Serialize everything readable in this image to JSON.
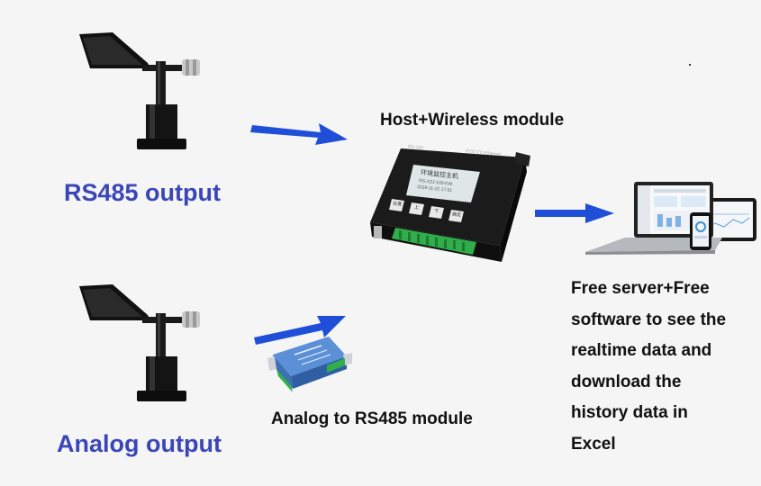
{
  "labels": {
    "rs485_output": "RS485 output",
    "analog_output": "Analog output",
    "host_module": "Host+Wireless module",
    "analog_module": "Analog to RS485 module"
  },
  "description_lines": [
    "Free server+Free",
    "software to see the",
    "realtime data and",
    "download the",
    "history data in",
    "Excel"
  ],
  "host_screen": {
    "title": "环境监控主机",
    "brand": "ECO-ZV Ethernet",
    "model": "RS-XZJ-100-EW",
    "time": "2019-11-22 17:51",
    "buttons": [
      "设置",
      "上",
      "下",
      "确定"
    ],
    "corner": "RS-100"
  },
  "colors": {
    "label_blue": "#3a46b8",
    "arrow_blue": "#1f4fd8",
    "background": "#f5f5f5"
  }
}
